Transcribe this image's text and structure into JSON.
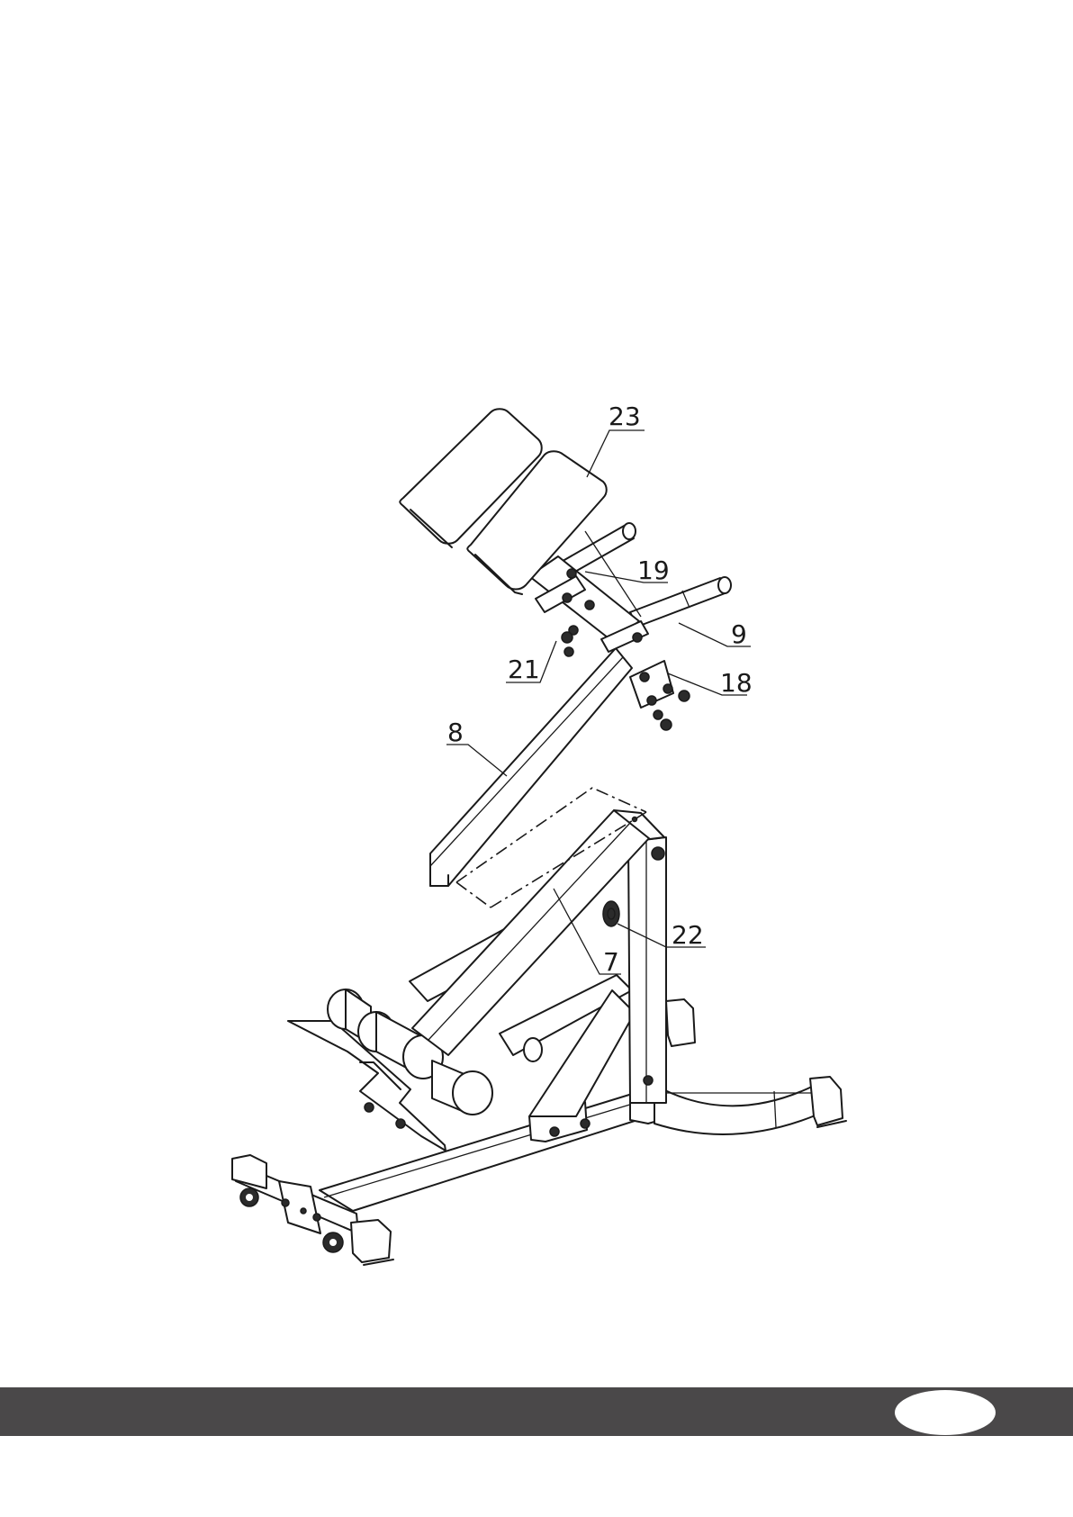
{
  "diagram": {
    "callouts": [
      {
        "id": "c23",
        "label": "23"
      },
      {
        "id": "c19",
        "label": "19"
      },
      {
        "id": "c9",
        "label": "9"
      },
      {
        "id": "c21",
        "label": "21"
      },
      {
        "id": "c18",
        "label": "18"
      },
      {
        "id": "c8",
        "label": "8"
      },
      {
        "id": "c22",
        "label": "22"
      },
      {
        "id": "c7",
        "label": "7"
      }
    ]
  },
  "footer": {
    "bar_color": "#4a4849",
    "page_number": ""
  }
}
